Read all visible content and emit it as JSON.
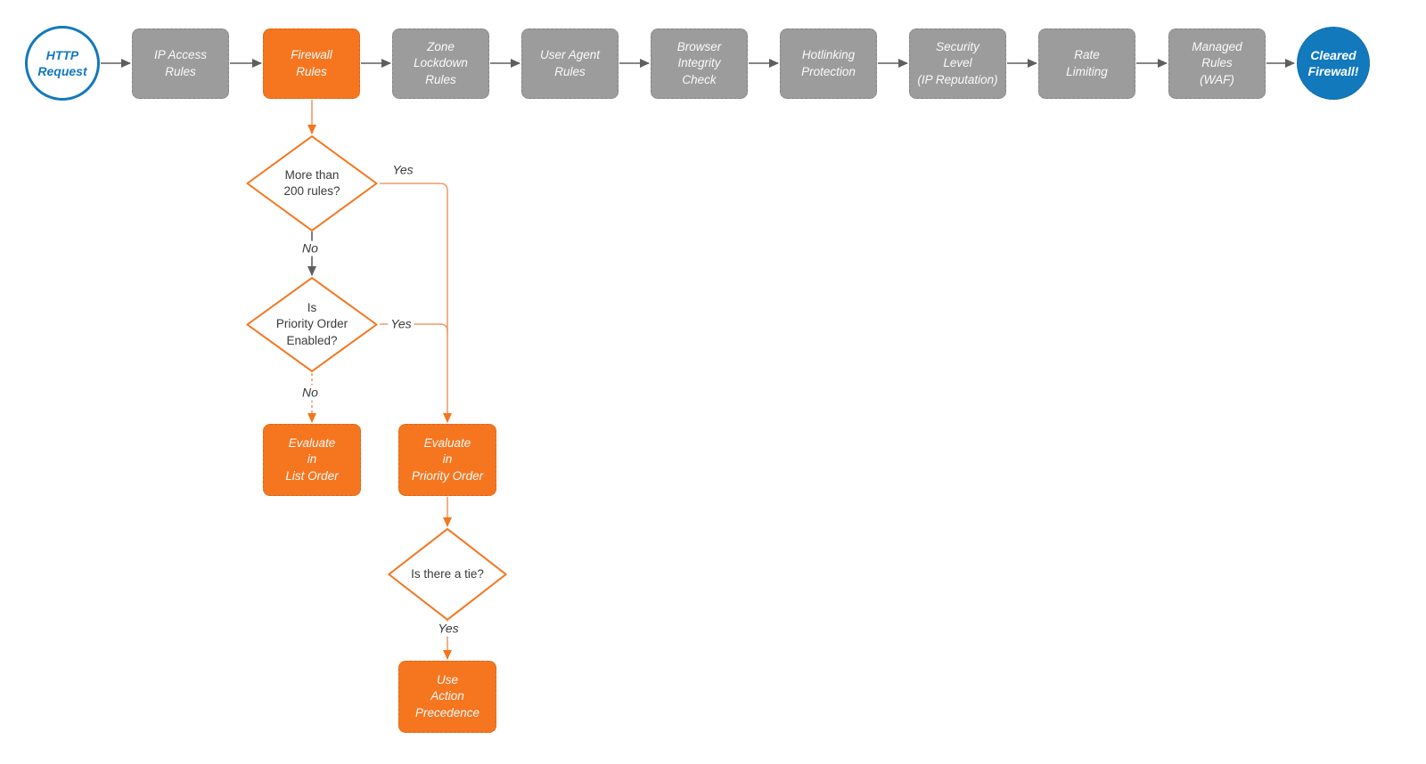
{
  "theme": {
    "orange": "#F5761F",
    "orange_line": "#F29B68",
    "gray_node": "#9C9C9C",
    "edge_gray": "#5E5E5E",
    "blue": "#1279BD",
    "text_dark": "#3A3A3A",
    "node_text": "#FAFAFA",
    "background": "#FFFFFF"
  },
  "flowchart": {
    "start": {
      "label": "HTTP\nRequest"
    },
    "stages": [
      {
        "label": "IP Access\nRules",
        "highlighted": false
      },
      {
        "label": "Firewall\nRules",
        "highlighted": true
      },
      {
        "label": "Zone\nLockdown\nRules",
        "highlighted": false
      },
      {
        "label": "User Agent\nRules",
        "highlighted": false
      },
      {
        "label": "Browser\nIntegrity\nCheck",
        "highlighted": false
      },
      {
        "label": "Hotlinking\nProtection",
        "highlighted": false
      },
      {
        "label": "Security\nLevel\n(IP Reputation)",
        "highlighted": false
      },
      {
        "label": "Rate\nLimiting",
        "highlighted": false
      },
      {
        "label": "Managed\nRules\n(WAF)",
        "highlighted": false
      }
    ],
    "end": {
      "label": "Cleared\nFirewall!"
    },
    "decisions": [
      {
        "label": "More than\n200 rules?",
        "yes_label": "Yes",
        "no_label": "No"
      },
      {
        "label": "Is\nPriority Order\nEnabled?",
        "yes_label": "Yes",
        "no_label": "No"
      },
      {
        "label": "Is there a tie?",
        "yes_label": "Yes"
      }
    ],
    "actions": [
      {
        "label": "Evaluate\nin\nList Order"
      },
      {
        "label": "Evaluate\nin\nPriority Order"
      },
      {
        "label": "Use\nAction\nPrecedence"
      }
    ]
  }
}
